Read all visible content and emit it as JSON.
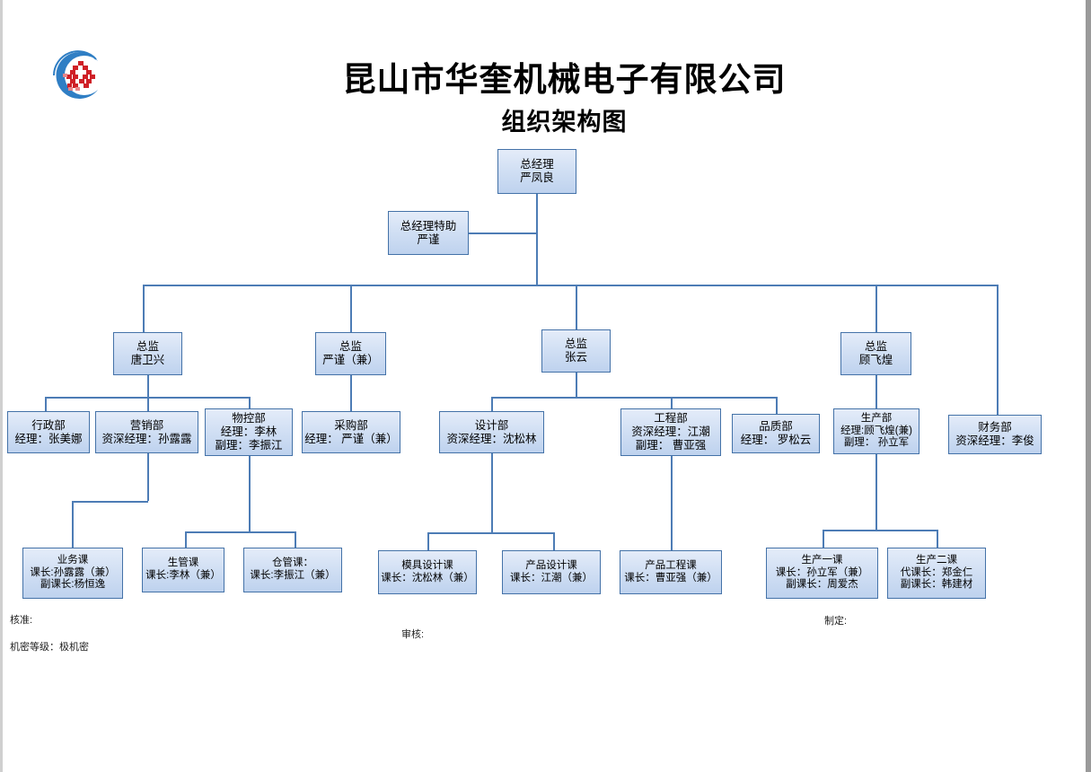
{
  "page": {
    "company_title": "昆山市华奎机械电子有限公司",
    "chart_subtitle": "组织架构图",
    "logo_alt": "company-logo"
  },
  "colors": {
    "box_border": "#4472a8",
    "box_fill_top": "#e4ecf9",
    "box_fill_bottom": "#bed2ee",
    "connector": "#4d7cb5",
    "logo_blue": "#2f7ec4",
    "logo_red": "#cf2027",
    "page_background": "#ffffff"
  },
  "nodes": {
    "gm": {
      "line1": "总经理",
      "line2": "严凤良"
    },
    "gm_asst": {
      "line1": "总经理特助",
      "line2": "严谨"
    },
    "dir1": {
      "line1": "总监",
      "line2": "唐卫兴"
    },
    "dir2": {
      "line1": "总监",
      "line2": "严谨（兼）"
    },
    "dir3": {
      "line1": "总监",
      "line2": "张云"
    },
    "dir4": {
      "line1": "总监",
      "line2": "顾飞煌"
    },
    "admin": {
      "line1": "行政部",
      "line2": "经理：张美娜"
    },
    "marketing": {
      "line1": "营销部",
      "line2": "资深经理：孙露露"
    },
    "matctrl": {
      "line1": "物控部",
      "line2": "经理：李林",
      "line3": "副理：李振江"
    },
    "purchase": {
      "line1": "采购部",
      "line2": "经理： 严谨（兼）"
    },
    "design": {
      "line1": "设计部",
      "line2": "资深经理：沈松林"
    },
    "engineer": {
      "line1": "工程部",
      "line2": "资深经理：江潮",
      "line3": "副理： 曹亚强"
    },
    "quality": {
      "line1": "品质部",
      "line2": "经理： 罗松云"
    },
    "produce": {
      "line1": "生产部",
      "line2": "经理:顾飞煌(兼)",
      "line3": "副理： 孙立军"
    },
    "finance": {
      "line1": "财务部",
      "line2": "资深经理：李俊"
    },
    "sec_sales": {
      "line1": "业务课",
      "line2": "课长:孙露露（兼）",
      "line3": "副课长:杨恒逸"
    },
    "sec_pmc": {
      "line1": "生管课",
      "line2": "课长:李林（兼）"
    },
    "sec_wh": {
      "line1": "仓管课：",
      "line2": "课长:李振江（兼）"
    },
    "sec_mold": {
      "line1": "模具设计课",
      "line2": "课长：沈松林（兼）"
    },
    "sec_prod_design": {
      "line1": "产品设计课",
      "line2": "课长：江潮（兼）"
    },
    "sec_prod_eng": {
      "line1": "产品工程课",
      "line2": "课长：曹亚强（兼）"
    },
    "sec_prod1": {
      "line1": "生产一课",
      "line2": "课长：孙立军（兼）",
      "line3": "副课长：周爱杰"
    },
    "sec_prod2": {
      "line1": "生产二课",
      "line2": "代课长：郑金仁",
      "line3": "副课长：韩建材"
    }
  },
  "footer": {
    "approve": "核准:",
    "confidential": "机密等级：极机密",
    "review": "审核:",
    "author": "制定:"
  }
}
